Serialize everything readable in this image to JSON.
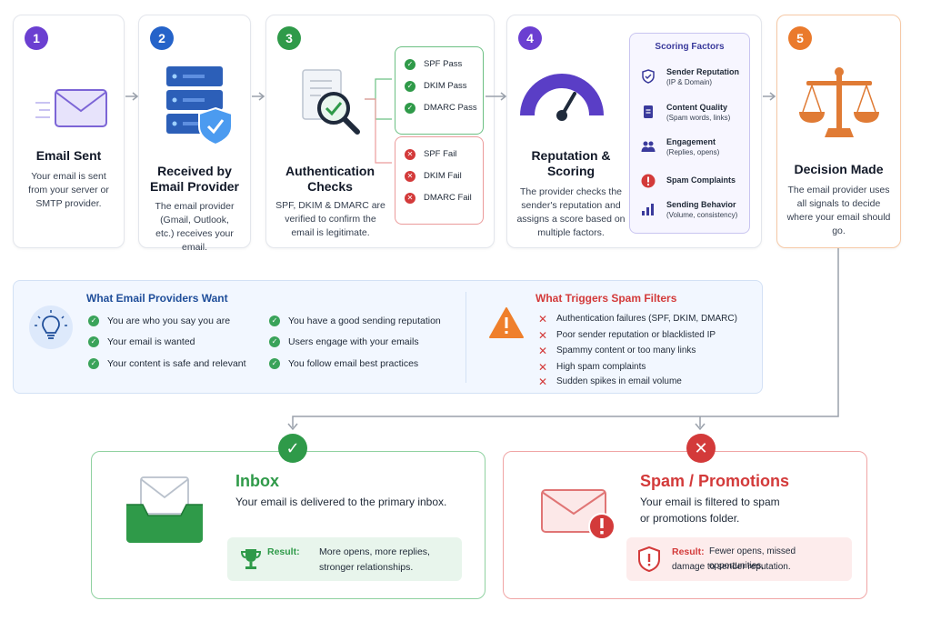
{
  "steps": [
    {
      "num": "1",
      "title": "Email Sent",
      "desc": "Your email is sent from your server or SMTP provider.",
      "color": "#6b3fd1"
    },
    {
      "num": "2",
      "title": "Received by Email Provider",
      "desc": "The email provider (Gmail, Outlook, etc.) receives your email.",
      "color": "#2563c9"
    },
    {
      "num": "3",
      "title": "Authentication Checks",
      "desc": "SPF, DKIM & DMARC are verified to confirm the email is legitimate.",
      "color": "#2f9a49"
    },
    {
      "num": "4",
      "title": "Reputation & Scoring",
      "desc": "The provider checks the sender's reputation and assigns a score based on multiple factors.",
      "color": "#6b3fd1"
    },
    {
      "num": "5",
      "title": "Decision Made",
      "desc": "The email provider uses all signals to decide where your email should go.",
      "color": "#ea7a2c"
    }
  ],
  "auth": {
    "pass": [
      "SPF Pass",
      "DKIM Pass",
      "DMARC Pass"
    ],
    "fail": [
      "SPF Fail",
      "DKIM Fail",
      "DMARC Fail"
    ]
  },
  "scoring": {
    "title": "Scoring Factors",
    "factors": [
      {
        "name": "Sender Reputation",
        "sub": "(IP & Domain)",
        "icon": "shield-icon"
      },
      {
        "name": "Content Quality",
        "sub": "(Spam words, links)",
        "icon": "document-icon"
      },
      {
        "name": "Engagement",
        "sub": "(Replies, opens)",
        "icon": "people-icon"
      },
      {
        "name": "Spam Complaints",
        "sub": "",
        "icon": "alert-icon"
      },
      {
        "name": "Sending Behavior",
        "sub": "(Volume, consistency)",
        "icon": "bar-chart-icon"
      }
    ]
  },
  "wants": {
    "title": "What Email Providers Want",
    "col1": [
      "You are who you say you are",
      "Your email is wanted",
      "Your content is safe and relevant"
    ],
    "col2": [
      "You have a good sending reputation",
      "Users engage with your emails",
      "You follow email best practices"
    ]
  },
  "triggers": {
    "title": "What Triggers Spam Filters",
    "items": [
      "Authentication failures (SPF, DKIM, DMARC)",
      "Poor sender reputation or blacklisted IP",
      "Spammy content or too many links",
      "High spam complaints",
      "Sudden spikes in email volume"
    ]
  },
  "inbox": {
    "title": "Inbox",
    "desc": "Your email is delivered to the primary inbox.",
    "result_label": "Result:",
    "result_line1": "More opens, more replies,",
    "result_line2": "stronger relationships."
  },
  "spam": {
    "title": "Spam / Promotions",
    "desc_line1": "Your email is filtered to spam",
    "desc_line2": "or promotions folder.",
    "result_label": "Result:",
    "result_line1": "Fewer opens, missed opportunities,",
    "result_line2": "damage to sender reputation."
  },
  "colors": {
    "green": "#2f9a49",
    "red": "#d33a3a",
    "purple": "#6b3fd1",
    "blue": "#2563c9",
    "orange": "#ea7a2c"
  }
}
